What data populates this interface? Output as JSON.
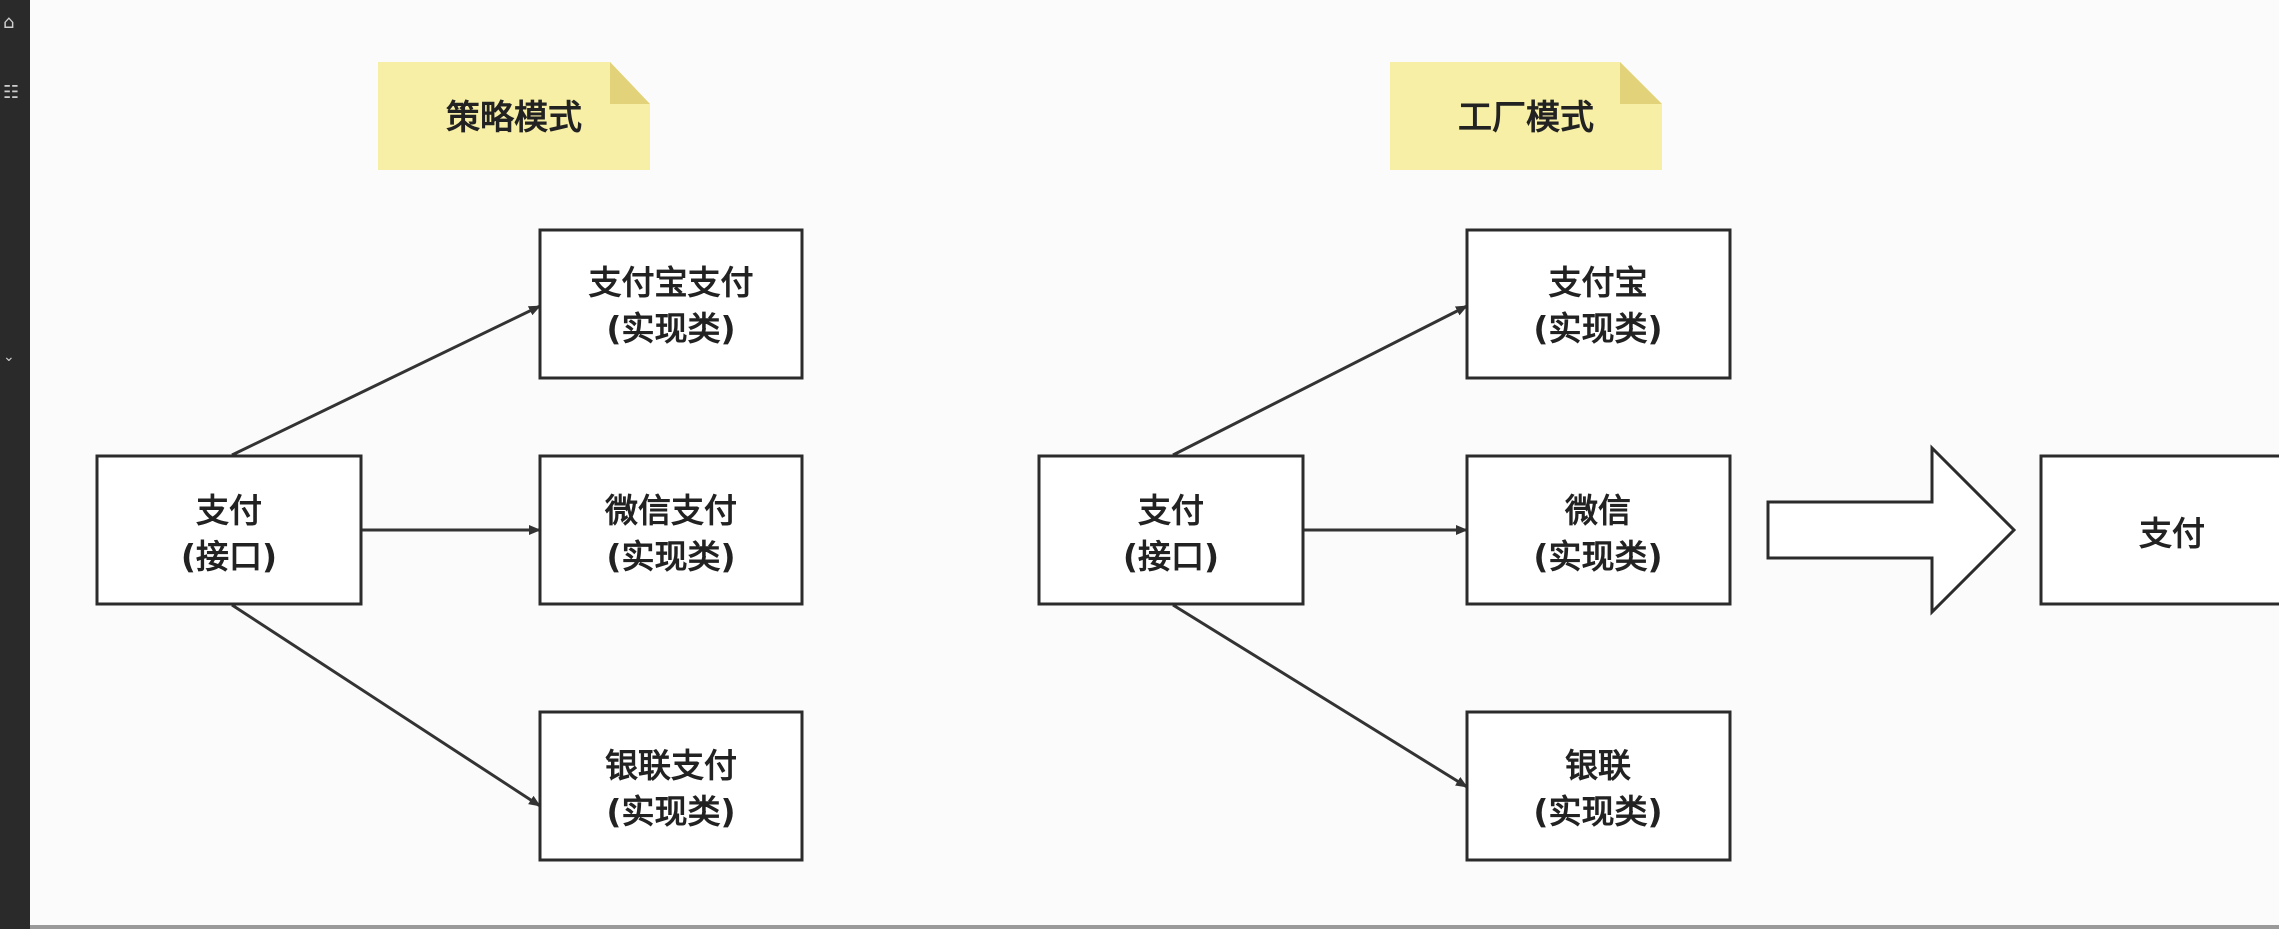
{
  "sidebar": {
    "icons": [
      "home-icon",
      "list-icon",
      "chevron-down-icon"
    ]
  },
  "strategy": {
    "title": "策略模式",
    "interface": {
      "line1": "支付",
      "line2": "(接口)"
    },
    "impls": [
      {
        "line1": "支付宝支付",
        "line2": "(实现类)"
      },
      {
        "line1": "微信支付",
        "line2": "(实现类)"
      },
      {
        "line1": "银联支付",
        "line2": "(实现类)"
      }
    ]
  },
  "factory": {
    "title": "工厂模式",
    "interface": {
      "line1": "支付",
      "line2": "(接口)"
    },
    "impls": [
      {
        "line1": "支付宝",
        "line2": "(实现类)"
      },
      {
        "line1": "微信",
        "line2": "(实现类)"
      },
      {
        "line1": "银联",
        "line2": "(实现类)"
      }
    ],
    "result": {
      "label": "支付"
    }
  },
  "colors": {
    "note_fill": "#f7efa6",
    "note_fold": "#e8db80",
    "box_stroke": "#2b2b2b",
    "box_fill": "#ffffff",
    "arrow": "#333333"
  }
}
